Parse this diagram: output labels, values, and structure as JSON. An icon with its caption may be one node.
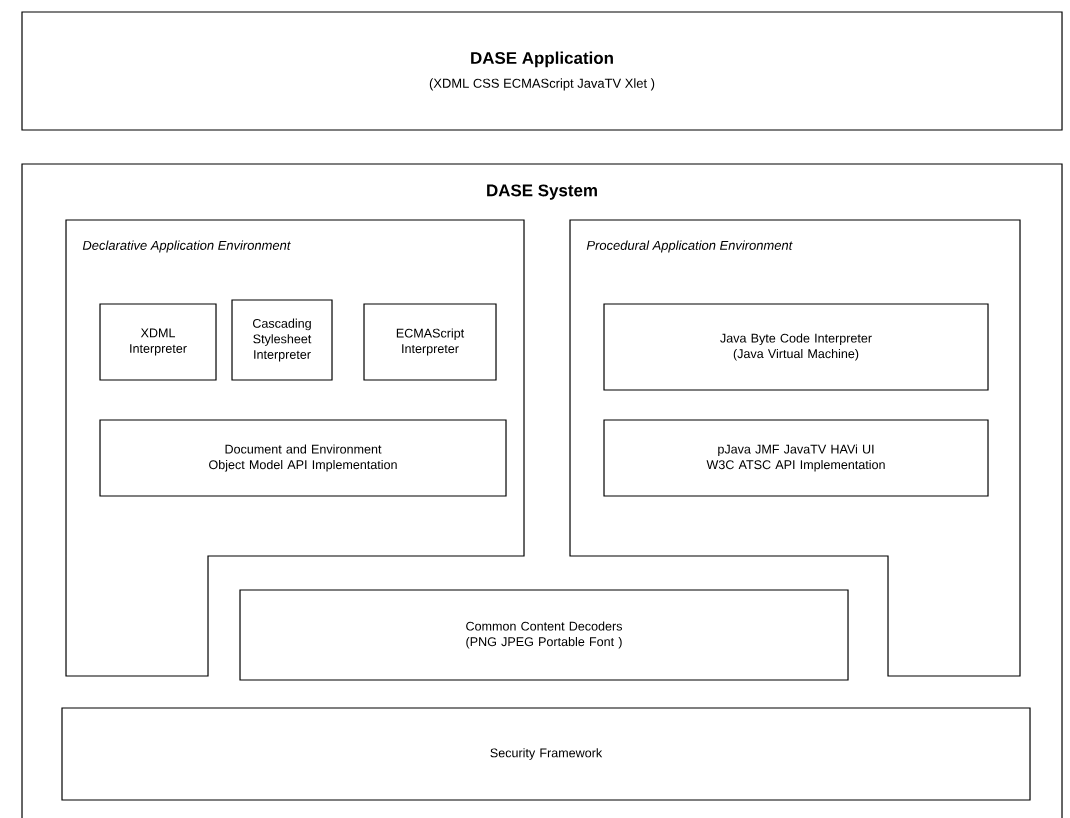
{
  "diagram": {
    "nodes": [
      {
        "text": [
          "DASE Application",
          "(XDML  CSS  ECMAScript  JavaTV Xlet )"
        ]
      },
      {
        "text": [
          "DASE System"
        ]
      },
      {
        "text": [
          "Declarative Application Environment"
        ],
        "in": 1
      },
      {
        "text": [
          "XDML Interpreter"
        ],
        "in": 2
      },
      {
        "text": [
          "Cascading Stylesheet Interpreter"
        ],
        "in": 2
      },
      {
        "text": [
          "ECMAScript Interpreter"
        ],
        "in": 2
      },
      {
        "text": [
          "Document and Environment Object Model API Implementation"
        ],
        "in": 2
      },
      {
        "text": [
          "Procedural Application Environment"
        ],
        "in": 1
      },
      {
        "text": [
          "Java Byte Code Interpreter (Java Virtual Machine)"
        ],
        "in": 7
      },
      {
        "text": [
          "pJava JMF JavaTV HAVi UI W3C ATSC API Implementation"
        ],
        "in": 7
      },
      {
        "text": [
          "Common Content Decoders",
          "(PNG  JPEG  Portable Font )"
        ],
        "in": 1
      },
      {
        "text": [
          "Security Framework"
        ],
        "in": 1
      }
    ]
  }
}
